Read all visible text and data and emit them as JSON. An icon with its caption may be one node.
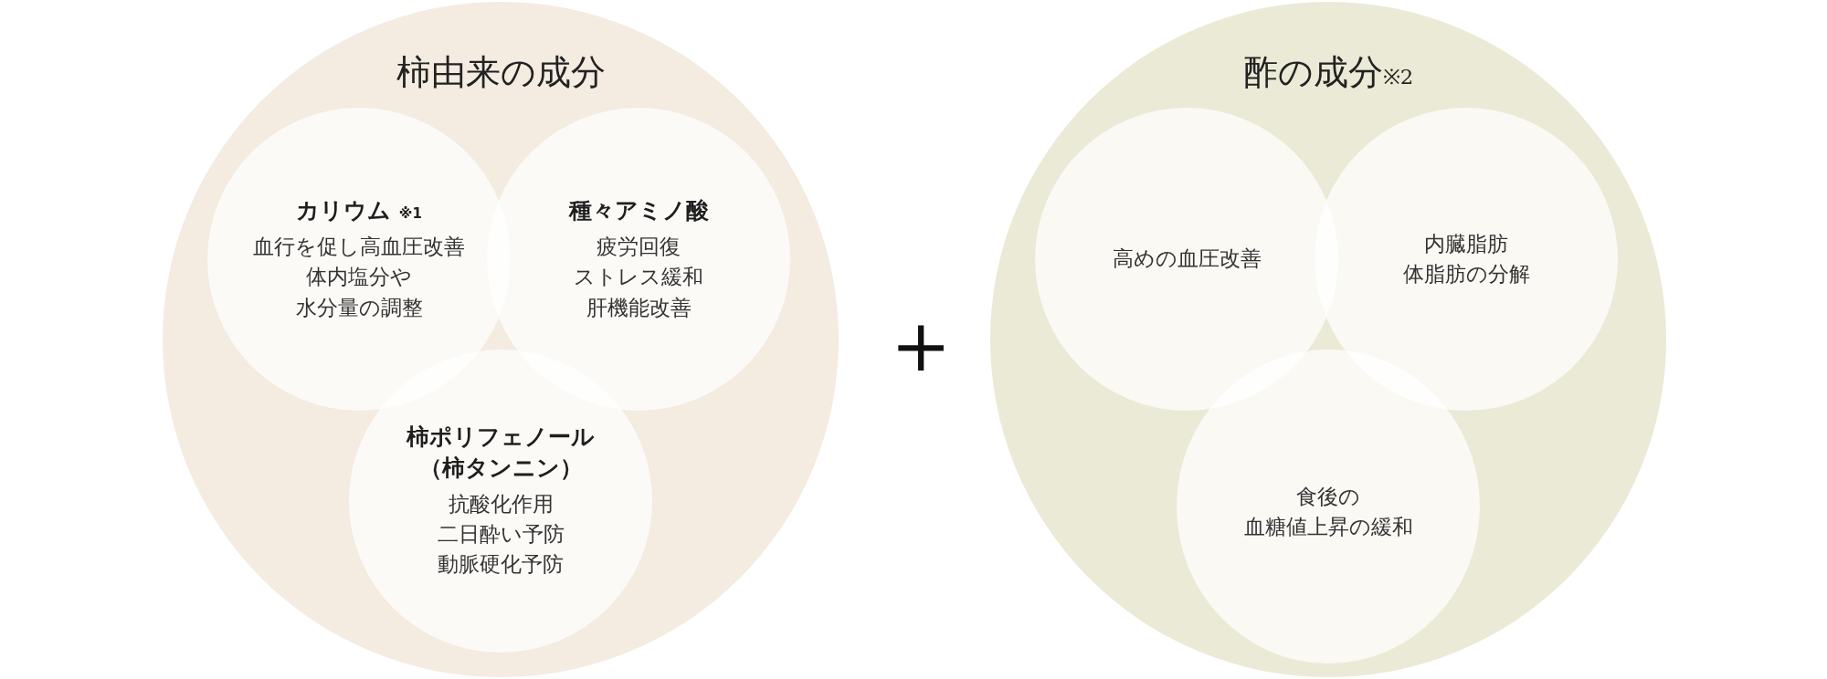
{
  "diagram": {
    "nodes": [
      {
        "text": [
          "柿由来の成分"
        ]
      },
      {
        "text": [
          "カリウム $_{※1}$",
          "血行を促し高血圧改善",
          "体内塩分や",
          "水分量の調整"
        ],
        "in": 0
      },
      {
        "text": [
          "種々アミノ酸",
          "疲労回復",
          "ストレス緩和",
          "肝機能改善"
        ],
        "in": 0
      },
      {
        "text": [
          "柿ポリフェノール（柿タンニン）",
          "抗酸化作用",
          "二日酔い予防",
          "動脈硬化予防"
        ],
        "in": 0
      },
      {
        "text": [
          "酢の成分$_{※2}$"
        ]
      },
      {
        "text": [
          "高めの血圧改善"
        ],
        "in": 4
      },
      {
        "text": [
          "内臓脂肪",
          "体脂肪の分解"
        ],
        "in": 4
      },
      {
        "text": [
          "食後の",
          "血糖値上昇の緩和"
        ],
        "in": 4
      }
    ],
    "labels": [
      "＋"
    ]
  }
}
